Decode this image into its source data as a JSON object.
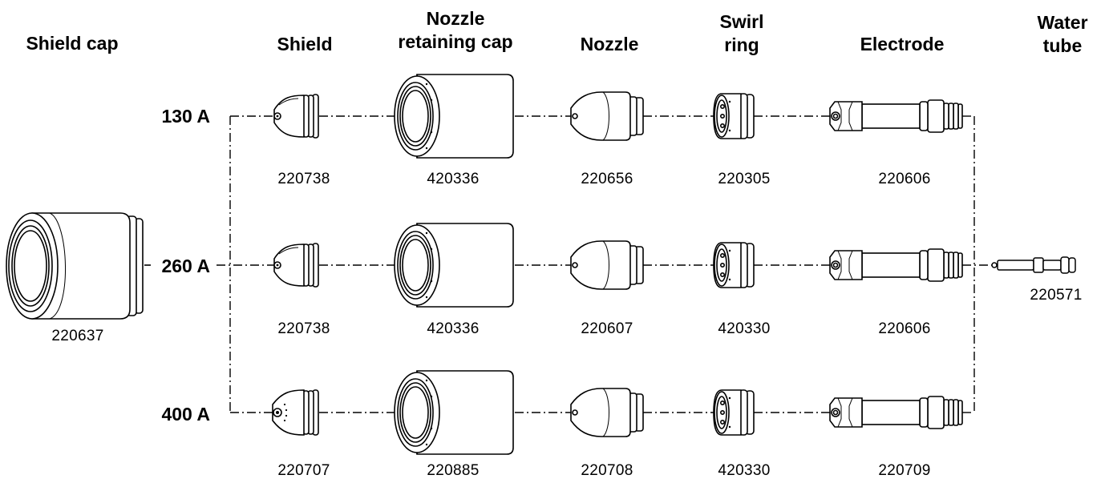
{
  "headers": {
    "shield_cap": "Shield cap",
    "shield": "Shield",
    "nozzle_retaining_cap": "Nozzle\nretaining cap",
    "nozzle": "Nozzle",
    "swirl_ring": "Swirl\nring",
    "electrode": "Electrode",
    "water_tube": "Water\ntube"
  },
  "rows": [
    {
      "amps": "130 A",
      "shield": "220738",
      "nozzle_retaining_cap": "420336",
      "nozzle": "220656",
      "swirl_ring": "220305",
      "electrode": "220606"
    },
    {
      "amps": "260 A",
      "shield": "220738",
      "nozzle_retaining_cap": "420336",
      "nozzle": "220607",
      "swirl_ring": "420330",
      "electrode": "220606"
    },
    {
      "amps": "400 A",
      "shield": "220707",
      "nozzle_retaining_cap": "220885",
      "nozzle": "220708",
      "swirl_ring": "420330",
      "electrode": "220709"
    }
  ],
  "shield_cap_part": "220637",
  "water_tube_part": "220571",
  "colors": {
    "line": "#000000",
    "part_fill": "#ffffff"
  }
}
